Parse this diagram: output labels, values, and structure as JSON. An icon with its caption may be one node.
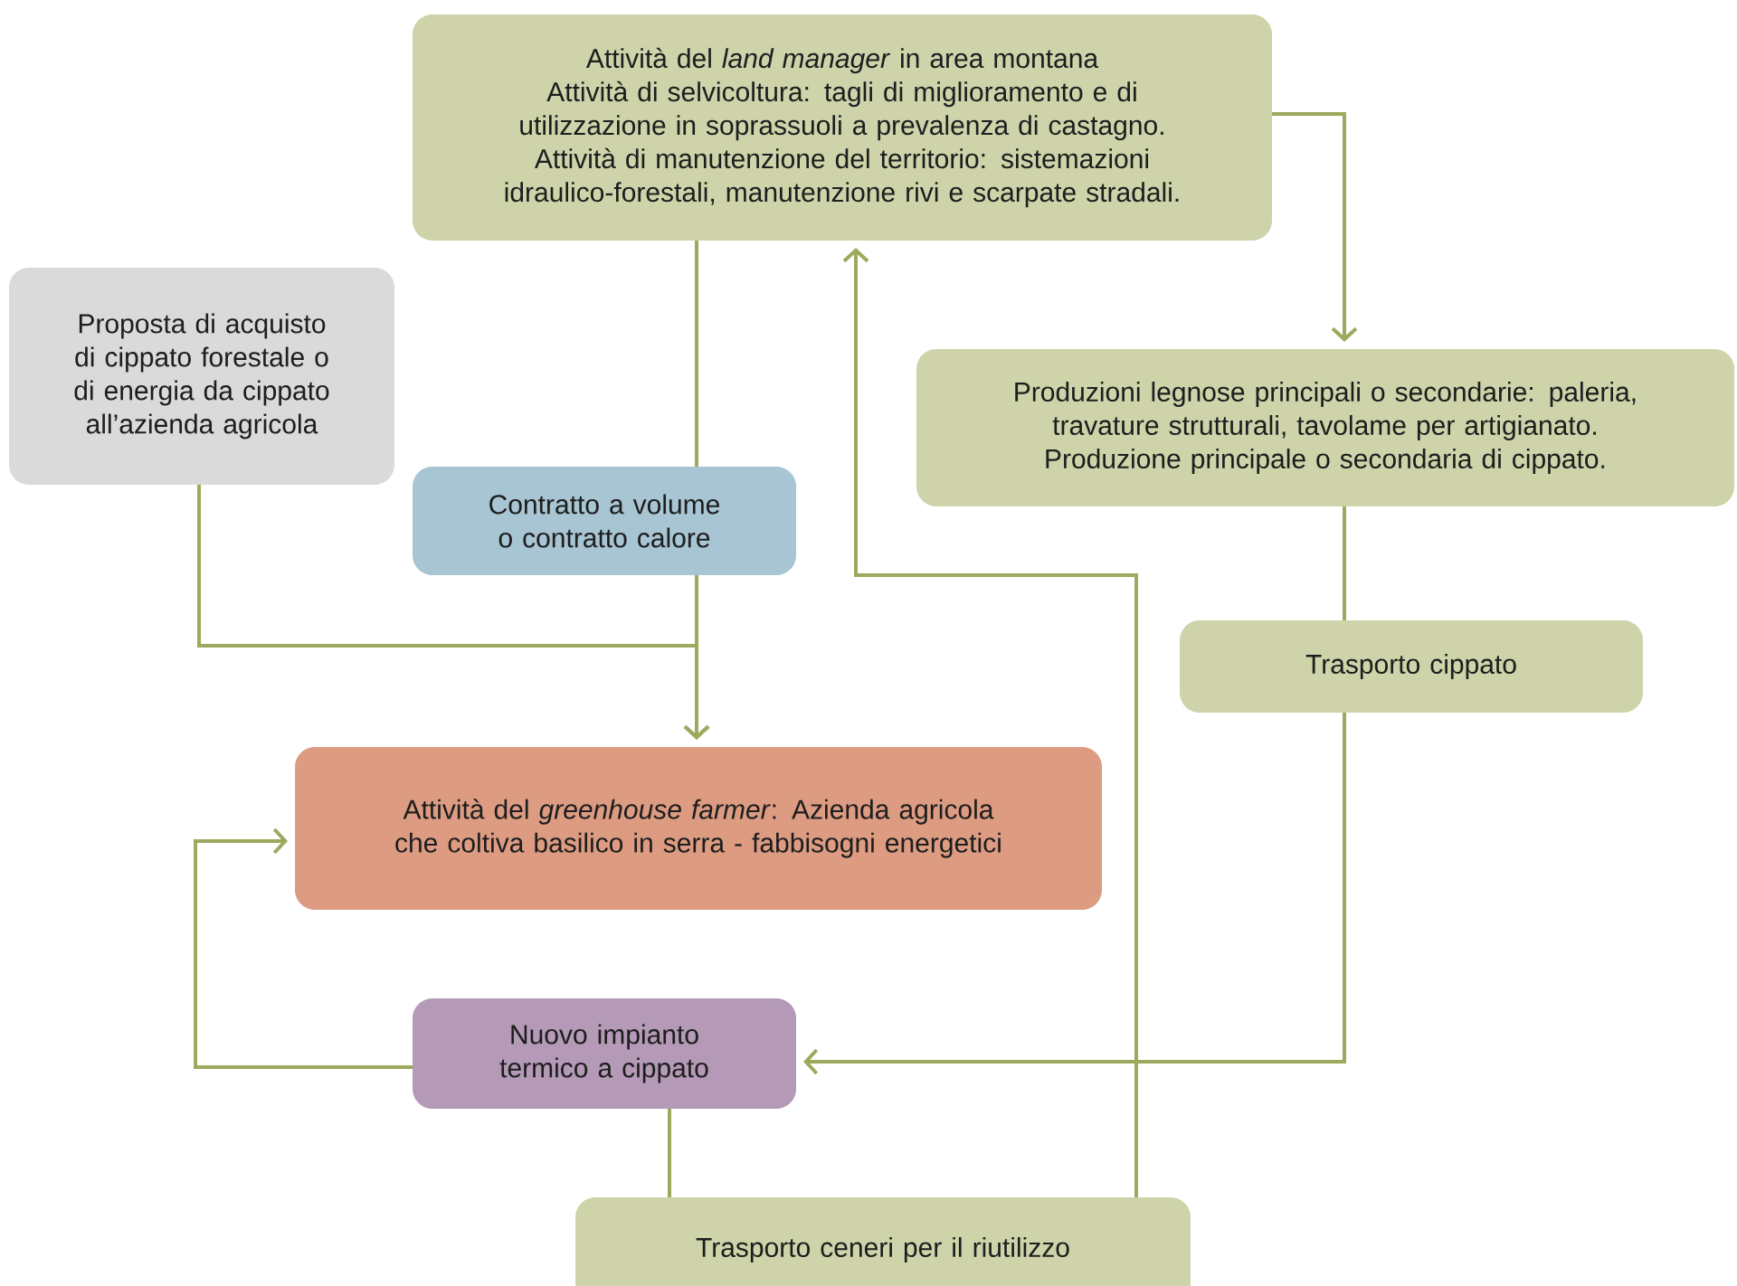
{
  "diagram": {
    "nodes": [
      {
        "text": [
          "Attività del *land manager* in area montana",
          "Attività di selvicoltura: tagli di miglioramento e di utilizzazione in soprassuoli a prevalenza di castagno.",
          "Attività di manutenzione del territorio: sistemazioni idraulico-forestali, manutenzione rivi e scarpate stradali."
        ]
      },
      {
        "text": [
          "Proposta di acquisto di cippato forestale o di energia da cippato all’azienda agricola"
        ]
      },
      {
        "text": [
          "Produzioni legnose principali o secondarie: paleria, travature strutturali, tavolame per artigianato.",
          "Produzione principale o secondaria di cippato."
        ]
      },
      {
        "text": [
          "Contratto a volume o contratto calore"
        ]
      },
      {
        "text": [
          "Trasporto cippato"
        ]
      },
      {
        "text": [
          "Attività del *greenhouse farmer*: Azienda agricola che coltiva basilico in serra - fabbisogni energetici"
        ]
      },
      {
        "text": [
          "Nuovo impianto termico a cippato"
        ]
      },
      {
        "text": [
          "Trasporto ceneri per il riutilizzo"
        ]
      }
    ],
    "edges": [
      {
        "from": 0,
        "to": 3,
        "arrow": "none"
      },
      {
        "from": 3,
        "to": 5,
        "arrow": "to"
      },
      {
        "from": 1,
        "to": 5,
        "arrow": "to"
      },
      {
        "from": 0,
        "to": 2,
        "arrow": "to"
      },
      {
        "from": 2,
        "to": 4,
        "arrow": "none"
      },
      {
        "from": 4,
        "to": 6,
        "arrow": "to"
      },
      {
        "from": 6,
        "to": 5,
        "arrow": "to"
      },
      {
        "from": 6,
        "to": 7,
        "arrow": "none"
      },
      {
        "from": 7,
        "to": 0,
        "arrow": "to"
      }
    ]
  }
}
